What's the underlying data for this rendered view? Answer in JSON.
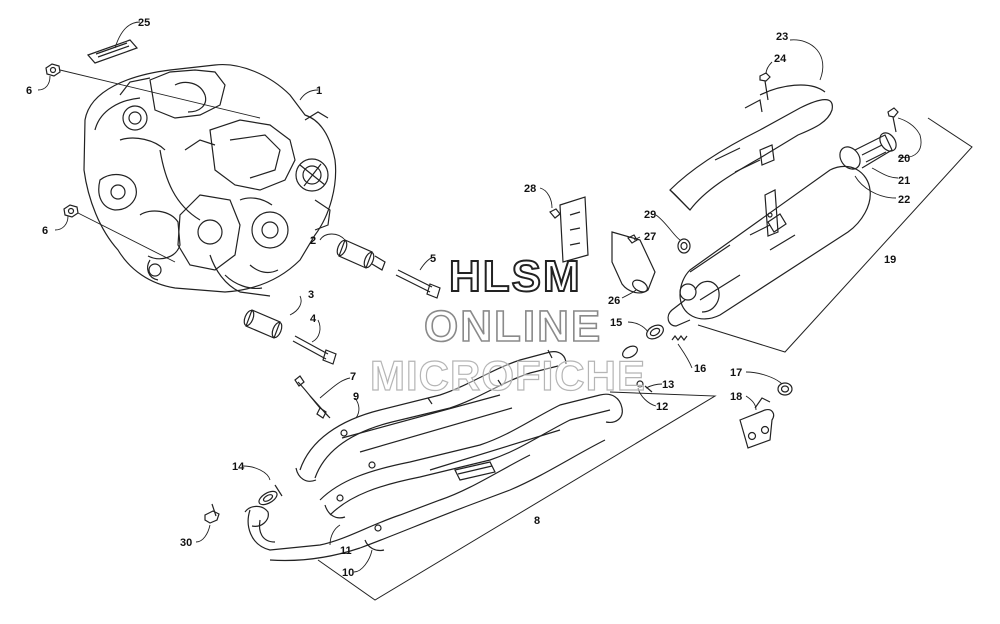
{
  "diagram": {
    "callouts": [
      "25",
      "6",
      "1",
      "6",
      "2",
      "5",
      "3",
      "4",
      "7",
      "9",
      "14",
      "30",
      "11",
      "10",
      "8",
      "28",
      "29",
      "27",
      "26",
      "23",
      "24",
      "20",
      "21",
      "22",
      "19",
      "15",
      "16",
      "13",
      "12",
      "17",
      "18"
    ]
  },
  "watermark": {
    "line1": "HLSM",
    "line2": "ONLINE",
    "line3": "MICROFICHE"
  },
  "colors": {
    "line": "#222222",
    "background": "#ffffff",
    "watermark_faint": "#b5b5b5"
  }
}
